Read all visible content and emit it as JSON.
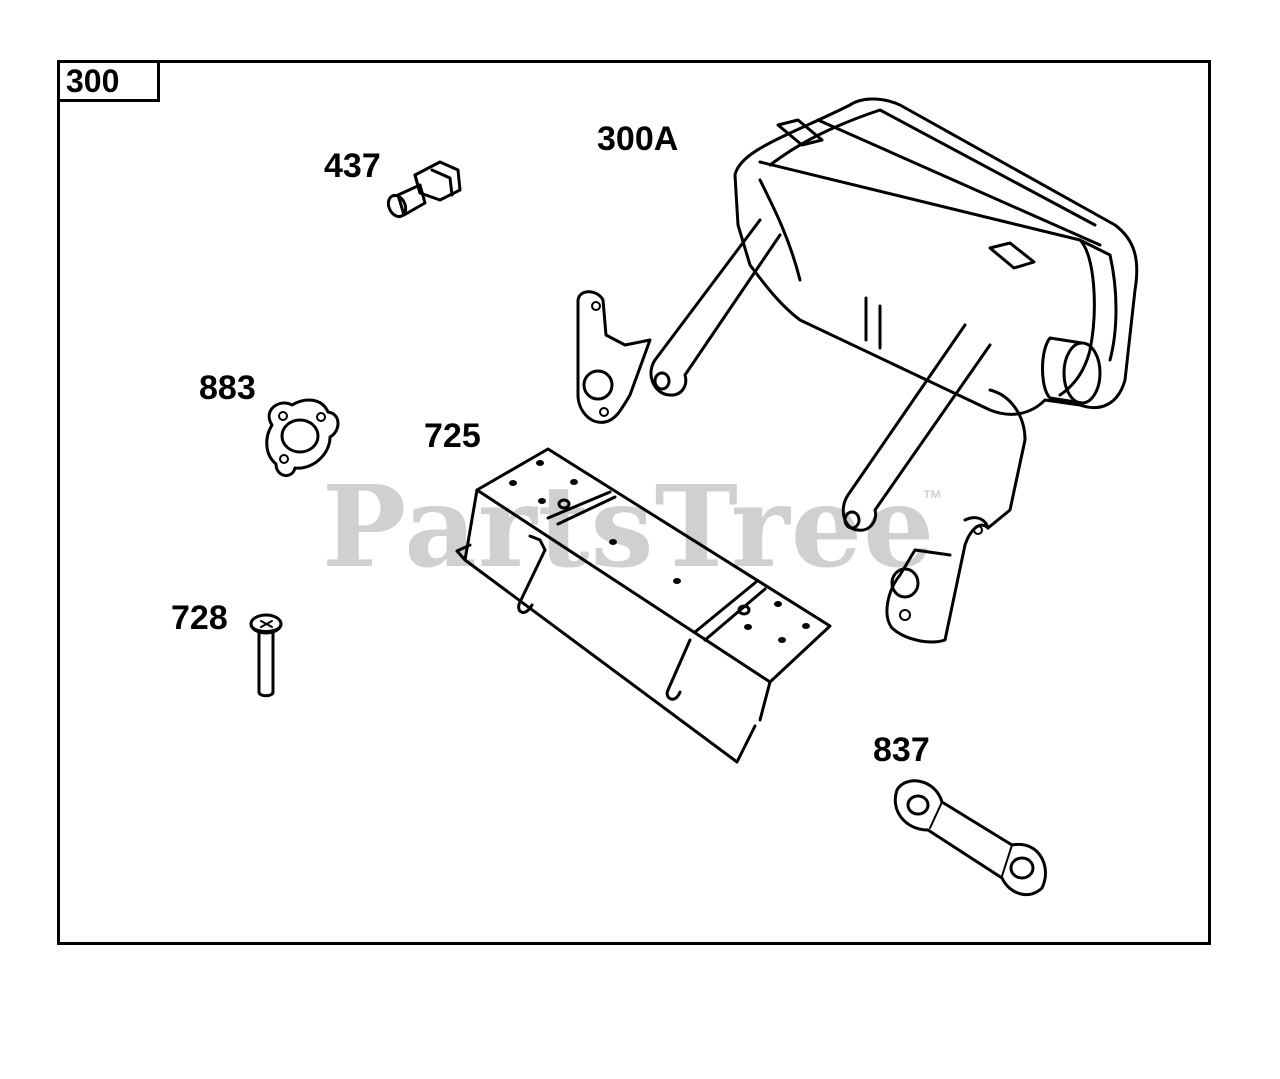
{
  "diagram": {
    "group_label": "300",
    "callouts": {
      "muffler": "300A",
      "screw_437": "437",
      "gasket_883": "883",
      "shield_725": "725",
      "screw_728": "728",
      "lock_plate_837": "837"
    },
    "watermark": "PartsTree",
    "trademark": "™",
    "line_color": "#000000",
    "watermark_color": "#d0d0d0"
  }
}
